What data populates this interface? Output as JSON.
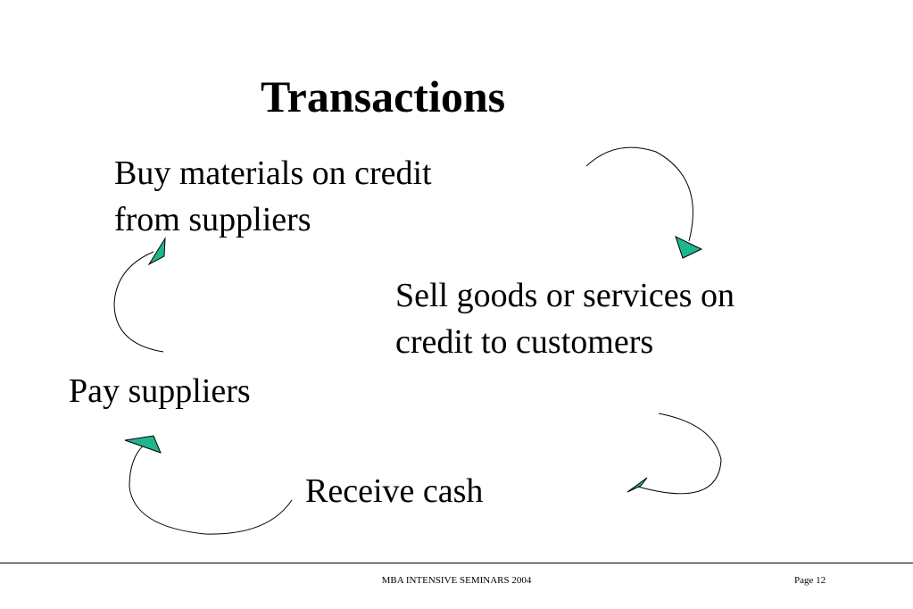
{
  "slide": {
    "title": "Transactions",
    "steps": {
      "buy": [
        "Buy materials on credit",
        "from suppliers"
      ],
      "sell": [
        "Sell goods or services on",
        "credit to customers"
      ],
      "pay": "Pay suppliers",
      "receive": "Receive cash"
    },
    "arrow_color": "#1fb58f"
  },
  "footer": {
    "center": "MBA INTENSIVE SEMINARS 2004",
    "page": "Page 12"
  }
}
